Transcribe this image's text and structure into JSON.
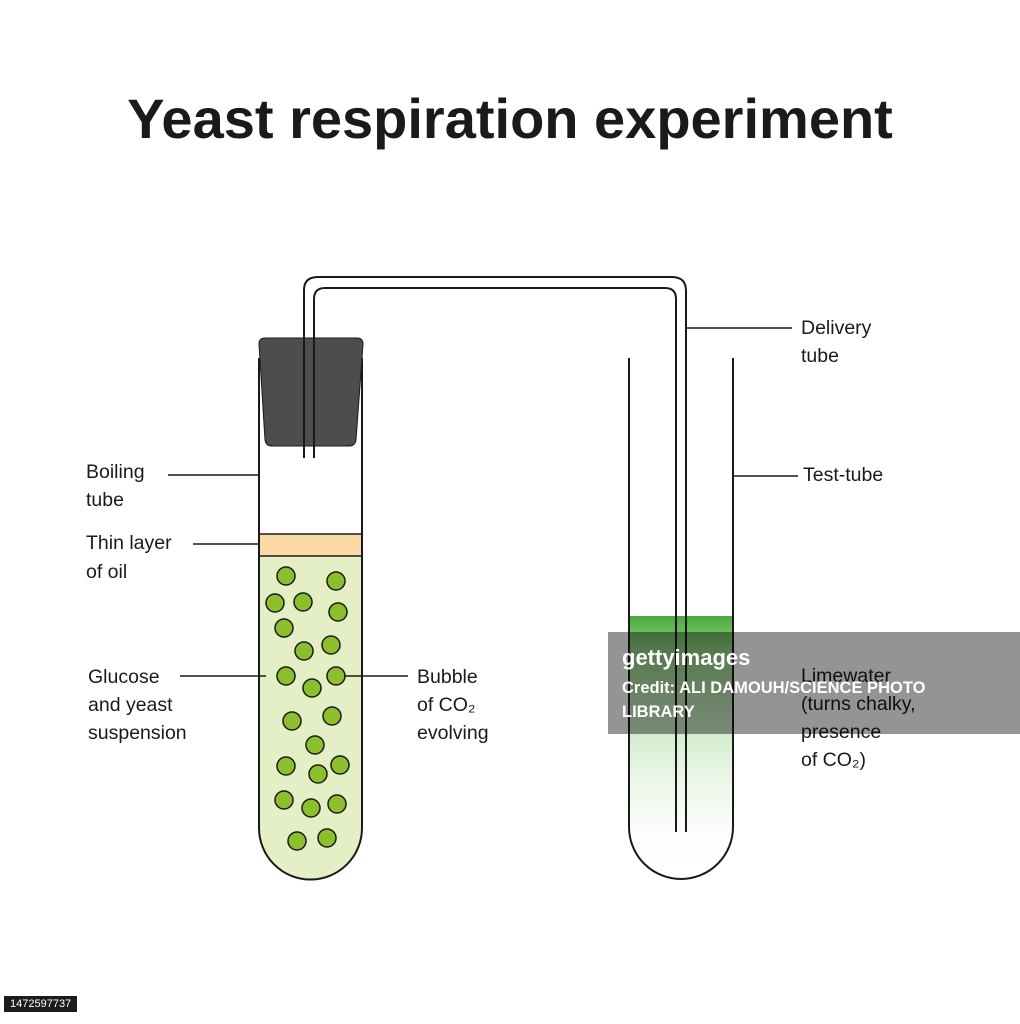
{
  "title": "Yeast respiration experiment",
  "labels": {
    "delivery_tube": [
      "Delivery",
      "tube"
    ],
    "boiling_tube": [
      "Boiling",
      "tube"
    ],
    "oil_layer": [
      "Thin layer",
      "of oil"
    ],
    "suspension": [
      "Glucose",
      "and yeast",
      "suspension"
    ],
    "bubble": [
      "Bubble",
      "of CO₂",
      "evolving"
    ],
    "test_tube": [
      "Test-tube"
    ],
    "limewater": [
      "Limewater",
      "(turns chalky,",
      "presence",
      "of CO₂)"
    ]
  },
  "watermark": {
    "brand": "gettyimages",
    "credit_line1": "Credit: ALI DAMOUH/SCIENCE PHOTO",
    "credit_line2": "LIBRARY"
  },
  "image_id": "1472597737",
  "colors": {
    "suspension": "#e4efc6",
    "bubble": "#8bbf2c",
    "oil": "#fbd9a6",
    "stopper": "#4d4d4d",
    "limewater": "#4aa93e",
    "outline": "#1a1a1a"
  }
}
